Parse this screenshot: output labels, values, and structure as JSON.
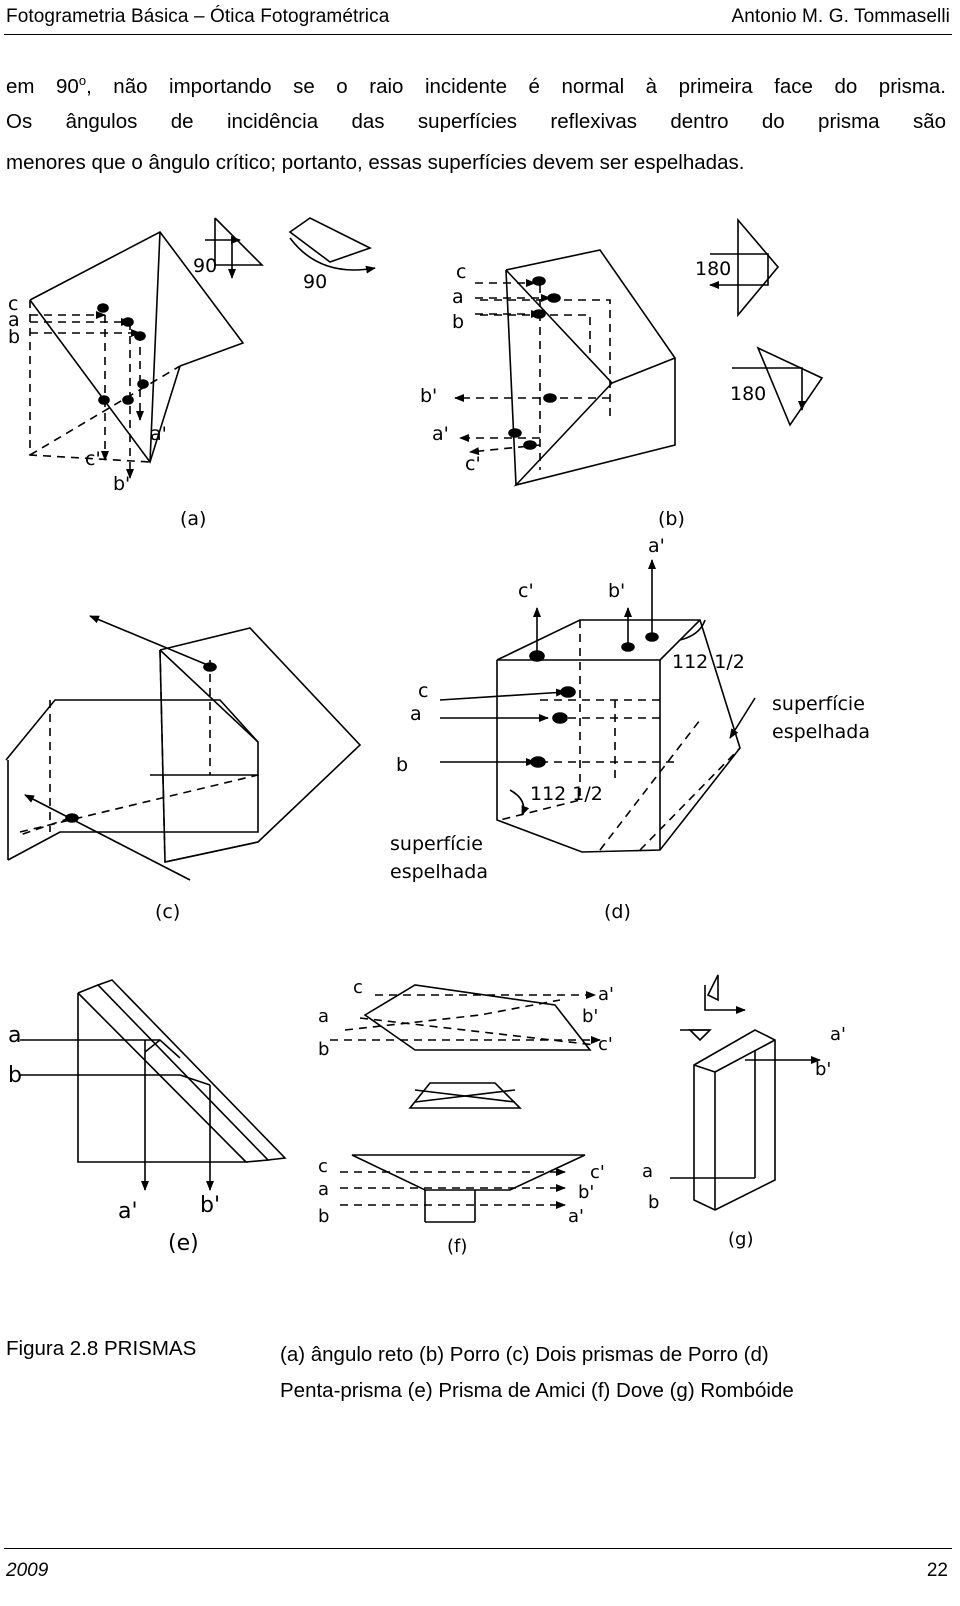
{
  "header": {
    "title": "Fotogrametria Básica – Ótica Fotogramétrica",
    "author": "Antonio M. G. Tommaselli"
  },
  "paragraph": {
    "line1_before": "em 90",
    "line1_sup": "o",
    "line1_after": ", não importando se o raio incidente é normal à primeira face do prisma.",
    "line2": "Os ângulos de incidência das superfícies reflexivas dentro do prisma são",
    "line3": "menores que o ângulo crítico; portanto, essas superfícies devem ser espelhadas."
  },
  "figure": {
    "labels": {
      "a": "a",
      "b": "b",
      "c": "c",
      "a_prime": "a'",
      "b_prime": "b'",
      "c_prime": "c'",
      "deg90": "90",
      "deg180": "180",
      "deg112": "112 1/2",
      "mirror_1": "superfície",
      "mirror_2": "espelhada"
    },
    "panels": [
      "(a)",
      "(b)",
      "(c)",
      "(d)",
      "(e)",
      "(f)",
      "(g)"
    ]
  },
  "caption": {
    "label": "Figura 2.8 PRISMAS",
    "line1": "(a) ângulo reto (b) Porro (c) Dois prismas de Porro (d)",
    "line2": "Penta-prisma (e) Prisma de Amici (f) Dove (g) Rombóide"
  },
  "footer": {
    "year": "2009",
    "page": "22"
  }
}
